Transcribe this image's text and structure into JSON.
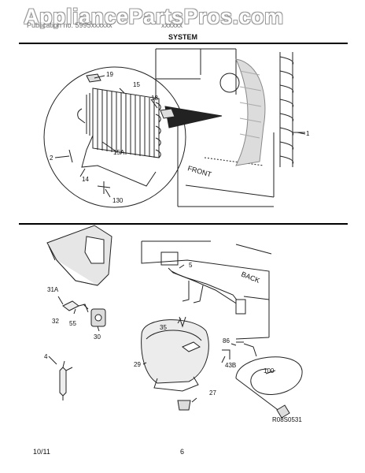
{
  "watermark": "AppliancePartsPros.com",
  "header": {
    "ghost_left": "Publication no. 5995xxxxxx",
    "ghost_right": "xxxxxx",
    "section_title": "SYSTEM"
  },
  "callouts": {
    "c19": "19",
    "c15": "15",
    "c18": "18",
    "c1": "1",
    "c2": "2",
    "c15a": "15A",
    "c14": "14",
    "c130": "130",
    "c5": "5",
    "c31a": "31A",
    "c32": "32",
    "c55": "55",
    "c30": "30",
    "c35": "35",
    "c86": "86",
    "c43b": "43B",
    "c100": "100",
    "c4": "4",
    "c29": "29",
    "c27": "27"
  },
  "labels": {
    "front": "FRONT",
    "back": "BACK",
    "drawing_id": "R08S0531"
  },
  "footer": {
    "date": "10/11",
    "page": "6"
  }
}
